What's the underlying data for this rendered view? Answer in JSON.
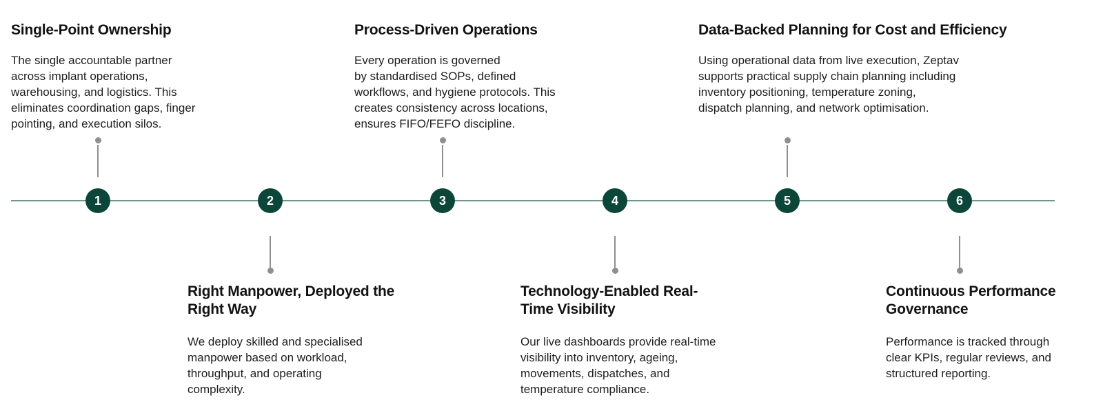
{
  "colors": {
    "node_green": "#0c4638",
    "line_green": "#6f968b",
    "stem_gray": "#8f8f8f",
    "title_text": "#121212",
    "body_text": "#1e1e1e"
  },
  "timeline": {
    "items": [
      {
        "number": "1",
        "side": "top",
        "title": "Single-Point Ownership",
        "body": "The single accountable partner\nacross implant operations,\nwarehousing, and logistics. This\neliminates coordination gaps, finger\npointing, and execution silos."
      },
      {
        "number": "2",
        "side": "bottom",
        "title": "Right Manpower, Deployed the\nRight Way",
        "body": "We deploy skilled and specialised\nmanpower based on workload,\nthroughput, and operating\ncomplexity."
      },
      {
        "number": "3",
        "side": "top",
        "title": "Process-Driven Operations",
        "body": "Every operation is governed\nby standardised SOPs, defined\nworkflows, and hygiene protocols. This\ncreates consistency across locations,\nensures FIFO/FEFO discipline."
      },
      {
        "number": "4",
        "side": "bottom",
        "title": "Technology-Enabled Real-\nTime Visibility",
        "body": "Our live dashboards provide real-time\nvisibility into inventory, ageing,\nmovements, dispatches, and\ntemperature compliance."
      },
      {
        "number": "5",
        "side": "top",
        "title": "Data-Backed Planning for Cost and Efficiency",
        "body": "Using operational data from live execution, Zeptav\nsupports practical supply chain planning including\ninventory positioning, temperature zoning,\ndispatch planning, and network optimisation."
      },
      {
        "number": "6",
        "side": "bottom",
        "title": "Continuous Performance\nGovernance",
        "body": "Performance is tracked through\nclear KPIs, regular reviews, and\nstructured reporting."
      }
    ]
  }
}
